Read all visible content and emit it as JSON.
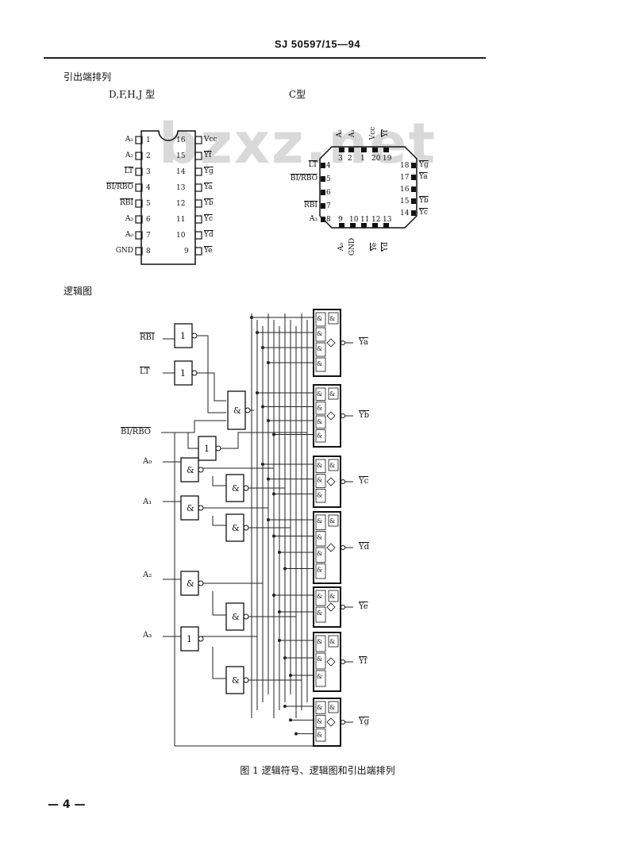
{
  "header": {
    "doc_number": "SJ 50597/15—94"
  },
  "watermark": {
    "text": "bzxz.net"
  },
  "pinout_section": {
    "title": "引出端排列"
  },
  "dip_package": {
    "title": "D,F,H,J 型",
    "left_pins": [
      {
        "label": "A₁",
        "num": "1"
      },
      {
        "label": "A₂",
        "num": "2"
      },
      {
        "label": "LT",
        "num": "3"
      },
      {
        "label": "BI/RBO",
        "num": "4"
      },
      {
        "label": "RBI",
        "num": "5"
      },
      {
        "label": "A₃",
        "num": "6"
      },
      {
        "label": "A₀",
        "num": "7"
      },
      {
        "label": "GND",
        "num": "8"
      }
    ],
    "right_pins": [
      {
        "label": "Vcc",
        "num": "16"
      },
      {
        "label": "Yf",
        "num": "15"
      },
      {
        "label": "Yg",
        "num": "14"
      },
      {
        "label": "Ya",
        "num": "13"
      },
      {
        "label": "Yb",
        "num": "12"
      },
      {
        "label": "Yc",
        "num": "11"
      },
      {
        "label": "Yd",
        "num": "10"
      },
      {
        "label": "Ye",
        "num": "9"
      }
    ]
  },
  "c_package": {
    "title": "C型",
    "top_labels": [
      "A₂",
      "A₁",
      "Vcc",
      "Yf"
    ],
    "top_nums": [
      "3",
      "2",
      "1",
      "20",
      "19"
    ],
    "left_pins": [
      {
        "label": "LT",
        "num": "4"
      },
      {
        "label": "BI/RBO",
        "num": "5"
      },
      {
        "label": "",
        "num": "6"
      },
      {
        "label": "RBI",
        "num": "7"
      },
      {
        "label": "A₃",
        "num": "8"
      }
    ],
    "right_pins": [
      {
        "label": "Yg",
        "num": "18"
      },
      {
        "label": "Ya",
        "num": "17"
      },
      {
        "label": "",
        "num": "16"
      },
      {
        "label": "Yb",
        "num": "15"
      },
      {
        "label": "Yc",
        "num": "14"
      }
    ],
    "bottom_nums": [
      "9",
      "10",
      "11",
      "12",
      "13"
    ],
    "bottom_labels": [
      "A₀",
      "GND",
      "Ye",
      "Yd"
    ]
  },
  "logic_section": {
    "title": "逻辑图"
  },
  "logic": {
    "inputs": [
      "RBI",
      "LT",
      "BI/RBO",
      "A₀",
      "A₁",
      "A₂",
      "A₃"
    ],
    "outputs": [
      "Ya",
      "Yb",
      "Yc",
      "Yd",
      "Ye",
      "Yf",
      "Yg"
    ],
    "gate_and": "&",
    "gate_one": "1"
  },
  "caption": "图 1  逻辑符号、逻辑图和引出端排列",
  "page_number": "— 4 —"
}
